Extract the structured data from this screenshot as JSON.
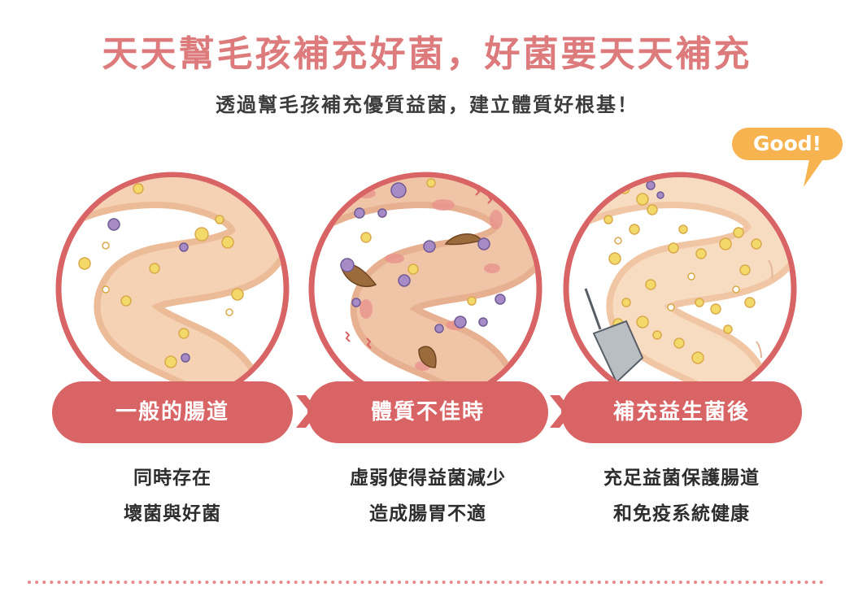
{
  "header": {
    "title": "天天幫毛孩補充好菌，好菌要天天補充",
    "subtitle": "透過幫毛孩補充優質益菌，建立體質好根基！"
  },
  "badge": {
    "text": "Good!",
    "color": "#f7b34f"
  },
  "colors": {
    "title": "#dc7a7c",
    "pill": "#d96466",
    "circle_border": "#d96466",
    "intestine": "#f2c8a5",
    "good_bacteria": "#f3d96a",
    "bad_bacteria": "#a68bc7"
  },
  "stages": [
    {
      "label": "一般的腸道",
      "desc_line1": "同時存在",
      "desc_line2": "壞菌與好菌"
    },
    {
      "label": "體質不佳時",
      "desc_line1": "虛弱使得益菌減少",
      "desc_line2": "造成腸胃不適"
    },
    {
      "label": "補充益生菌後",
      "desc_line1": "充足益菌保護腸道",
      "desc_line2": "和免疫系統健康"
    }
  ]
}
